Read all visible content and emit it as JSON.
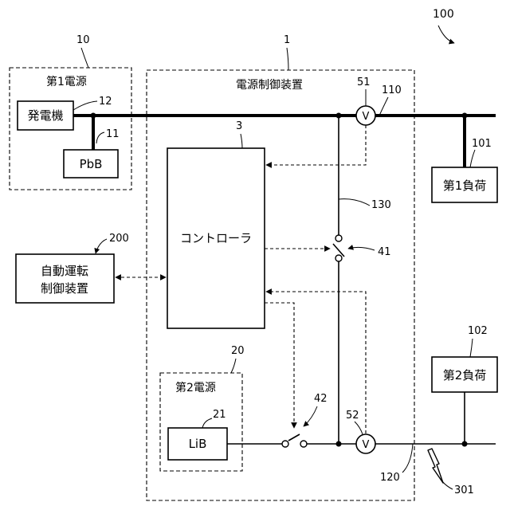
{
  "figure_number": "100",
  "power_control_device": {
    "ref": "1",
    "title": "電源制御装置"
  },
  "first_power_source": {
    "ref": "10",
    "title": "第1電源"
  },
  "generator": {
    "ref": "12",
    "label": "発電機"
  },
  "pb_battery": {
    "ref": "11",
    "label": "PbB"
  },
  "controller": {
    "ref": "3",
    "label": "コントローラ"
  },
  "autonomous_driving_ctrl": {
    "ref": "200",
    "line1": "自動運転",
    "line2": "制御装置"
  },
  "second_power_source": {
    "ref": "20",
    "title": "第2電源"
  },
  "li_battery": {
    "ref": "21",
    "label": "LiB"
  },
  "first_load": {
    "ref": "101",
    "label": "第1負荷"
  },
  "second_load": {
    "ref": "102",
    "label": "第2負荷"
  },
  "voltmeter_1": {
    "ref": "51",
    "symbol": "V"
  },
  "voltmeter_2": {
    "ref": "52",
    "symbol": "V"
  },
  "first_bus": {
    "ref": "110"
  },
  "second_bus": {
    "ref": "120"
  },
  "connection_line": {
    "ref": "130"
  },
  "switch_1": {
    "ref": "41"
  },
  "switch_2": {
    "ref": "42"
  },
  "ground_fault": {
    "ref": "301"
  }
}
